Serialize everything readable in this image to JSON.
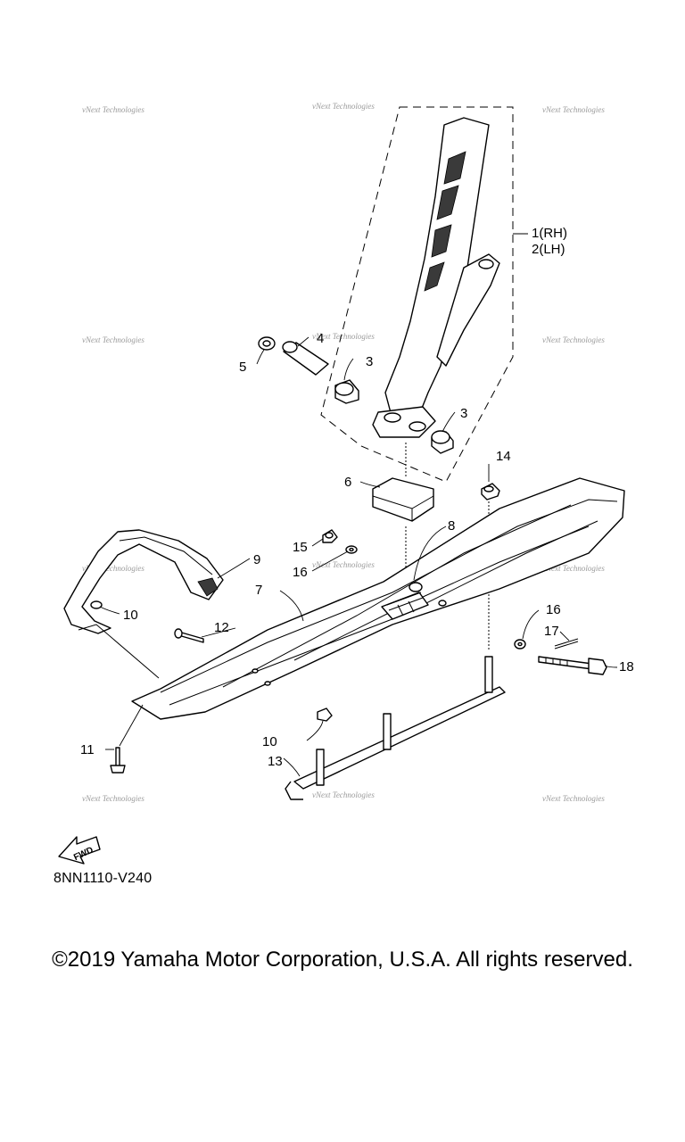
{
  "diagram": {
    "callouts": {
      "c1": "1(RH)",
      "c2": "2(LH)",
      "c3a": "3",
      "c3b": "3",
      "c4": "4",
      "c5": "5",
      "c6": "6",
      "c7": "7",
      "c8": "8",
      "c9": "9",
      "c10a": "10",
      "c10b": "10",
      "c11": "11",
      "c12": "12",
      "c13": "13",
      "c14": "14",
      "c15": "15",
      "c16a": "16",
      "c16b": "16",
      "c17": "17",
      "c18": "18"
    },
    "fwd_label": "FWD",
    "watermark": "vNext Technologies",
    "code": "8NN1110-V240"
  },
  "copyright": "©2019 Yamaha Motor Corporation, U.S.A. All rights reserved."
}
